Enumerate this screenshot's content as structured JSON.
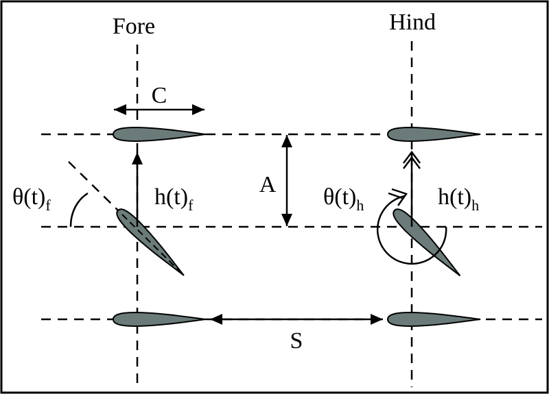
{
  "labels": {
    "fore": "Fore",
    "hind": "Hind",
    "chord": "C",
    "amplitude": "A",
    "spacing": "S",
    "theta_f": "θ(t)",
    "theta_f_sub": "f",
    "h_f": "h(t)",
    "h_f_sub": "f",
    "theta_h": "θ(t)",
    "theta_h_sub": "h",
    "h_h": "h(t)",
    "h_h_sub": "h"
  },
  "colors": {
    "foil": "#6b7b7a",
    "line": "#000000"
  }
}
